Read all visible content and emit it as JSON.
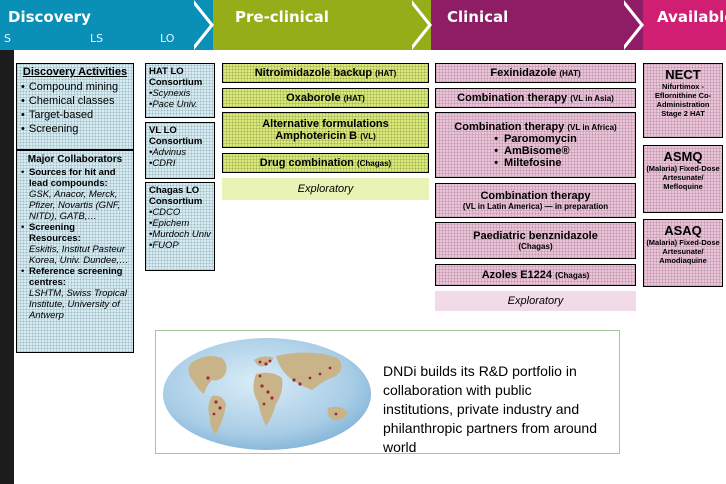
{
  "phases": {
    "discovery": {
      "title": "Discovery",
      "sub_s": "S",
      "sub_ls": "LS",
      "sub_lo": "LO"
    },
    "preclinical": {
      "title": "Pre-clinical"
    },
    "clinical": {
      "title": "Clinical"
    },
    "available": {
      "title": "Available"
    }
  },
  "discovery": {
    "activities_title": "Discovery Activities",
    "activities": [
      "Compound mining",
      "Chemical classes",
      "Target-based",
      "Screening"
    ],
    "collab_title": "Major Collaborators",
    "collab": [
      {
        "head": "Sources for hit and lead compounds:",
        "body": "GSK, Anacor, Merck, Pfizer, Novartis (GNF, NITD), GATB,…"
      },
      {
        "head": "Screening Resources:",
        "body": "Eskitis, Institut Pasteur Korea, Univ. Dundee,…"
      },
      {
        "head": "Reference screening centres:",
        "body": "LSHTM, Swiss Tropical Institute, University of Antwerp"
      }
    ],
    "consortia": [
      {
        "title": "HAT LO Consortium",
        "members": [
          "•Scynexis",
          "•Pace Univ."
        ]
      },
      {
        "title": "VL LO Consortium",
        "members": [
          "•Advinus",
          "•CDRI"
        ]
      },
      {
        "title": "Chagas LO Consortium",
        "members": [
          "•CDCO",
          "•Epichem",
          "•Murdoch Univ",
          "•FUOP"
        ]
      }
    ]
  },
  "preclinical": {
    "items": [
      {
        "name": "Nitroimidazole backup",
        "tag": "(HAT)"
      },
      {
        "name": "Oxaborole",
        "tag": "(HAT)"
      },
      {
        "name": "Alternative formulations Amphotericin B",
        "tag": "(VL)"
      },
      {
        "name": "Drug combination",
        "tag": "(Chagas)"
      }
    ],
    "exploratory": "Exploratory"
  },
  "clinical": {
    "fexinidazole": {
      "name": "Fexinidazole",
      "tag": "(HAT)"
    },
    "combo_asia": {
      "name": "Combination therapy",
      "tag": "(VL in Asia)"
    },
    "combo_africa": {
      "name": "Combination therapy",
      "tag": "(VL in Africa)",
      "drugs": [
        "Paromomycin",
        "AmBisome®",
        "Miltefosine"
      ]
    },
    "combo_latam": {
      "name": "Combination therapy",
      "tag": "(VL in Latin America) — in preparation"
    },
    "paediatric": {
      "name": "Paediatric benznidazole",
      "tag": "(Chagas)"
    },
    "azoles": {
      "name": "Azoles E1224",
      "tag": "(Chagas)"
    },
    "exploratory": "Exploratory"
  },
  "available": [
    {
      "name": "NECT",
      "desc": "Nifurtimox - Eflornithine Co-Administration Stage 2 HAT"
    },
    {
      "name": "ASMQ",
      "desc": "(Malaria) Fixed-Dose Artesunate/ Mefloquine"
    },
    {
      "name": "ASAQ",
      "desc": "(Malaria) Fixed-Dose Artesunate/ Amodiaquine"
    }
  ],
  "tagline": "DNDi builds its R&D portfolio in collaboration with public institutions, private industry and philanthropic partners from around world",
  "colors": {
    "discovery": "#0a8fb6",
    "preclinical": "#94ad18",
    "clinical": "#8e1d66",
    "available": "#d01e73"
  }
}
